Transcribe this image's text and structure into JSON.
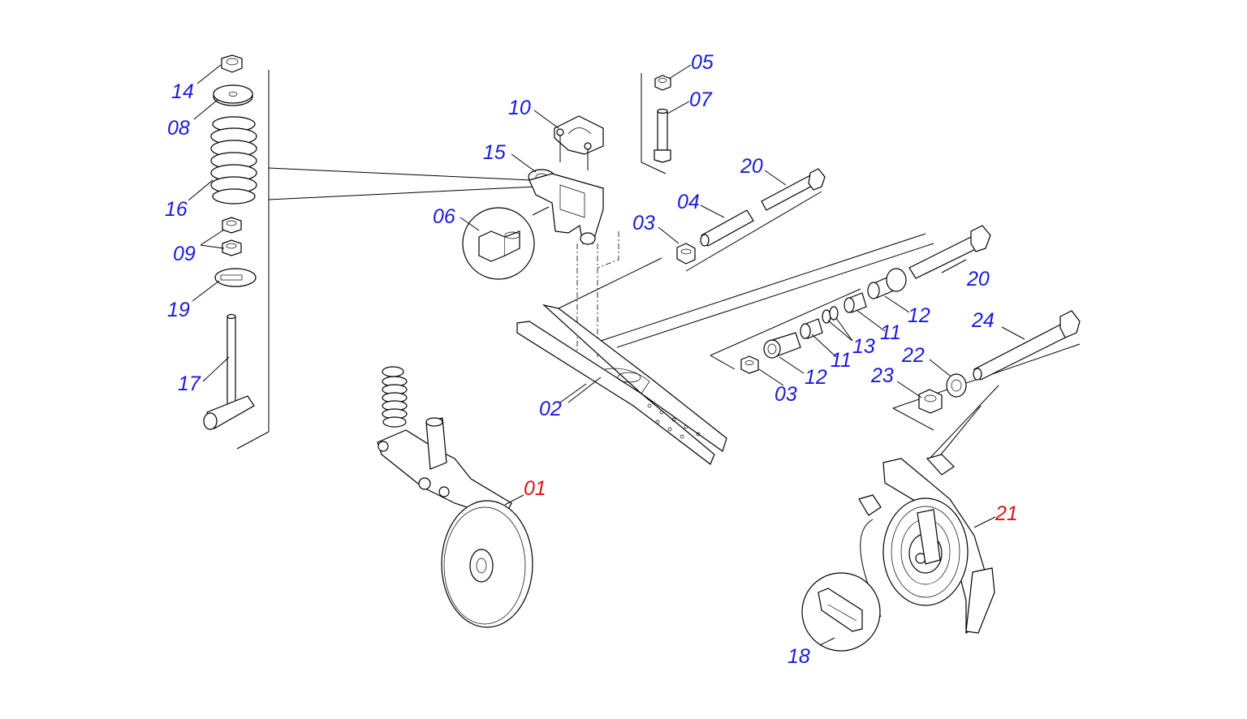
{
  "labels": {
    "p01": "01",
    "p02": "02",
    "p03a": "03",
    "p03b": "03",
    "p04": "04",
    "p05": "05",
    "p06": "06",
    "p07": "07",
    "p08": "08",
    "p09": "09",
    "p10": "10",
    "p11a": "11",
    "p11b": "11",
    "p12a": "12",
    "p12b": "12",
    "p13": "13",
    "p14": "14",
    "p15": "15",
    "p16": "16",
    "p17": "17",
    "p18": "18",
    "p19": "19",
    "p20a": "20",
    "p20b": "20",
    "p21": "21",
    "p22": "22",
    "p23": "23",
    "p24": "24"
  },
  "colors": {
    "label": "#1a1adc",
    "assembly_label": "#e01010",
    "line": "#000000",
    "background": "#ffffff"
  }
}
